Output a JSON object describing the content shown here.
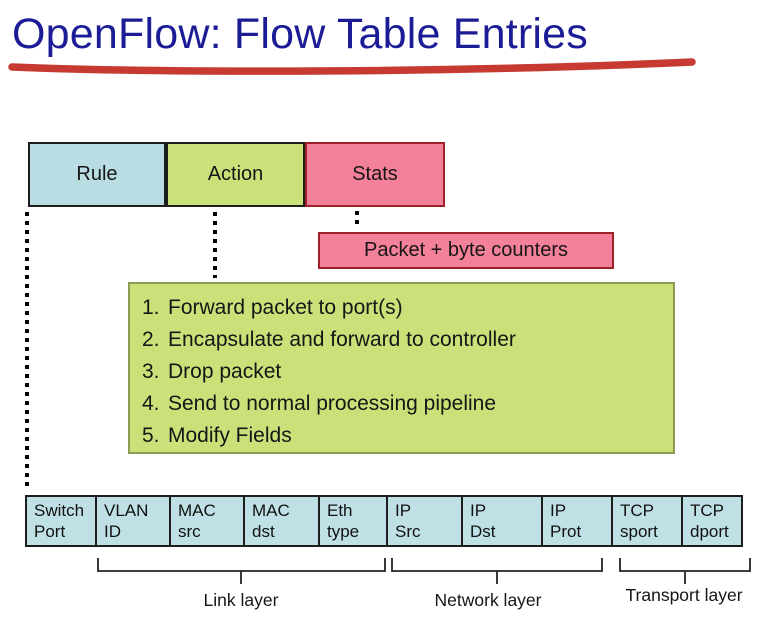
{
  "title": {
    "text": "OpenFlow: Flow Table Entries",
    "color": "#1c1c97",
    "underline_color": "#c63a31"
  },
  "header_boxes": [
    {
      "label": "Rule",
      "fill": "#b9dde2",
      "border": "#1d1d1d"
    },
    {
      "label": "Action",
      "fill": "#cae179",
      "border": "#1d1d1d"
    },
    {
      "label": "Stats",
      "fill": "#f4819a",
      "border": "#9e2127"
    }
  ],
  "counters_box": {
    "label": "Packet + byte counters",
    "fill": "#f4819a",
    "border": "#9e2127"
  },
  "actions_box": {
    "fill": "#cae179",
    "border": "#8b9c52",
    "items": [
      {
        "num": "1.",
        "text": "Forward packet to port(s)"
      },
      {
        "num": "2.",
        "text": "Encapsulate and forward to controller"
      },
      {
        "num": "3.",
        "text": "Drop packet"
      },
      {
        "num": "4.",
        "text": "Send to normal processing pipeline"
      },
      {
        "num": "5.",
        "text": "Modify Fields"
      }
    ]
  },
  "fields_row": {
    "fill": "#bfe0e5",
    "border": "#1d1d1d",
    "cells": [
      {
        "line1": "Switch",
        "line2": "Port"
      },
      {
        "line1": "VLAN",
        "line2": "ID"
      },
      {
        "line1": "MAC",
        "line2": "src"
      },
      {
        "line1": "MAC",
        "line2": "dst"
      },
      {
        "line1": "Eth",
        "line2": "type"
      },
      {
        "line1": "IP",
        "line2": "Src"
      },
      {
        "line1": "IP",
        "line2": "Dst"
      },
      {
        "line1": "IP",
        "line2": "Prot"
      },
      {
        "line1": "TCP",
        "line2": "sport"
      },
      {
        "line1": "TCP",
        "line2": "dport"
      }
    ]
  },
  "layer_groups": [
    {
      "label": "Link layer"
    },
    {
      "label": "Network layer"
    },
    {
      "label": "Transport layer"
    }
  ]
}
